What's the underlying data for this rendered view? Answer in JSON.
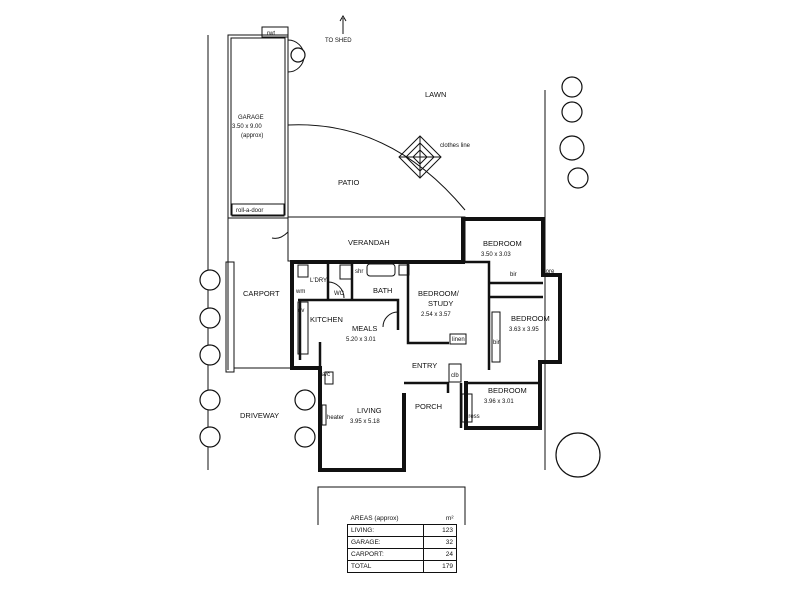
{
  "labels": {
    "to_shed": "TO SHED",
    "rwt": "rwt",
    "garage": "GARAGE",
    "garage_dim": "3.50 x 9.00",
    "garage_note": "(approx)",
    "roll_a_door": "roll-a-door",
    "lawn": "LAWN",
    "clothes_line": "clothes line",
    "patio": "PATIO",
    "verandah": "VERANDAH",
    "carport": "CARPORT",
    "ldry": "L'DRY",
    "shr": "shr",
    "bath": "BATH",
    "wm": "wm",
    "wc": "WC",
    "ov": "ov",
    "kitchen": "KITCHEN",
    "meals": "MEALS",
    "meals_dim": "5.20 x 3.01",
    "bed_study": "BEDROOM/ STUDY",
    "bed_study_dim": "2.54 x 3.57",
    "linen": "linen",
    "bedroom1": "BEDROOM",
    "bedroom1_dim": "3.50 x 3.03",
    "bir1": "bir",
    "store": "store",
    "bedroom2": "BEDROOM",
    "bedroom2_dim": "3.63 x 3.95",
    "bir2": "bir",
    "entry": "ENTRY",
    "clb": "clb",
    "dress": "dress",
    "bedroom3": "BEDROOM",
    "bedroom3_dim": "3.96 x 3.01",
    "ac": "a/c",
    "driveway": "DRIVEWAY",
    "heater": "heater",
    "living": "LIVING",
    "living_dim": "3.95 x 5.18",
    "porch": "PORCH"
  },
  "areas": {
    "title": "AREAS (approx)",
    "unit": "m²",
    "rows": [
      {
        "name": "LIVING:",
        "value": "123"
      },
      {
        "name": "GARAGE:",
        "value": "32"
      },
      {
        "name": "CARPORT:",
        "value": "24"
      },
      {
        "name": "TOTAL",
        "value": "179"
      }
    ]
  }
}
